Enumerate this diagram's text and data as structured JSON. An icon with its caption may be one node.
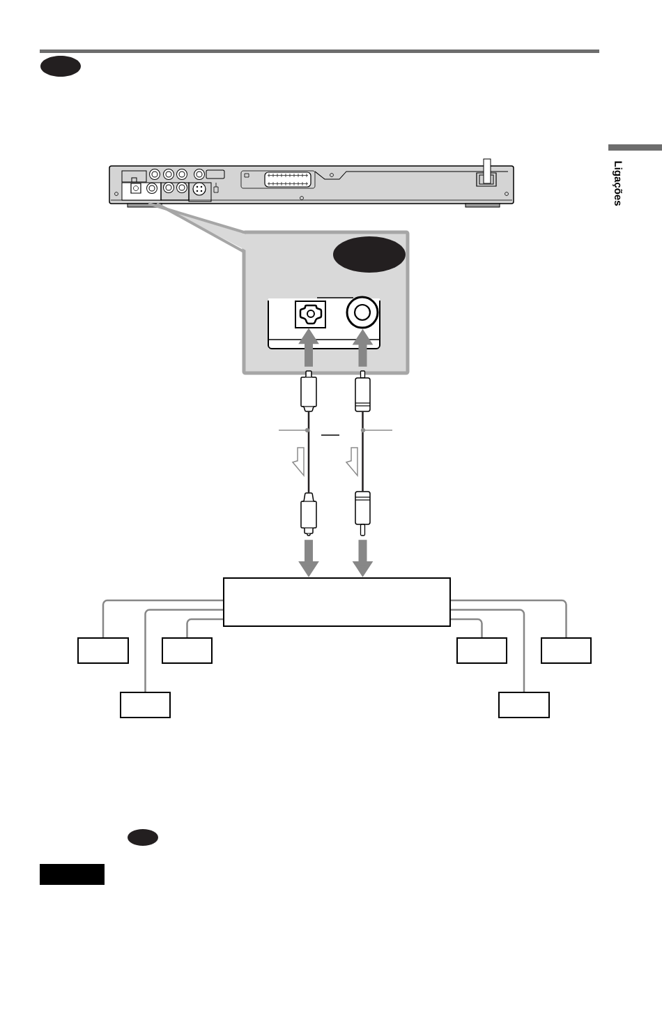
{
  "diagram": {
    "nodes": [
      {
        "text": [],
        "shape": "oval"
      },
      {
        "text": [],
        "shape": "picture"
      },
      {
        "text": [],
        "shape": "box"
      },
      {
        "text": [],
        "shape": "oval",
        "in": 2
      },
      {
        "text": [],
        "shape": "box",
        "in": 2
      },
      {
        "text": [],
        "shape": "picture",
        "in": 4
      },
      {
        "text": [],
        "shape": "circle",
        "in": 4
      },
      {
        "text": [],
        "shape": "picture"
      },
      {
        "text": [],
        "shape": "picture"
      },
      {
        "text": [],
        "shape": "picture"
      },
      {
        "text": [],
        "shape": "picture"
      },
      {
        "text": [],
        "shape": "box"
      },
      {
        "text": [],
        "shape": "box"
      },
      {
        "text": [],
        "shape": "box"
      },
      {
        "text": [],
        "shape": "box"
      },
      {
        "text": [],
        "shape": "box"
      },
      {
        "text": [],
        "shape": "box"
      },
      {
        "text": [],
        "shape": "box"
      },
      {
        "text": [],
        "shape": "oval"
      },
      {
        "text": [],
        "shape": "bar"
      }
    ],
    "edges": [
      {
        "from": 7,
        "to": 5,
        "arrow": "to",
        "style": "thick"
      },
      {
        "from": 8,
        "to": 6,
        "arrow": "to",
        "style": "thick"
      },
      {
        "from": 7,
        "to": 9,
        "arrow": "none",
        "color": "#231f20"
      },
      {
        "from": 8,
        "to": 10,
        "arrow": "none",
        "color": "#231f20"
      },
      {
        "from": 9,
        "to": 11,
        "arrow": "to",
        "style": "thick"
      },
      {
        "from": 10,
        "to": 11,
        "arrow": "to",
        "style": "thick"
      },
      {
        "from": 11,
        "to": 12,
        "arrow": "none"
      },
      {
        "from": 11,
        "to": 13,
        "arrow": "none"
      },
      {
        "from": 11,
        "to": 14,
        "arrow": "none"
      },
      {
        "from": 11,
        "to": 15,
        "arrow": "none"
      },
      {
        "from": 11,
        "to": 16,
        "arrow": "none"
      },
      {
        "from": 11,
        "to": 17,
        "arrow": "none"
      }
    ],
    "labels": [
      "Ligações"
    ]
  }
}
